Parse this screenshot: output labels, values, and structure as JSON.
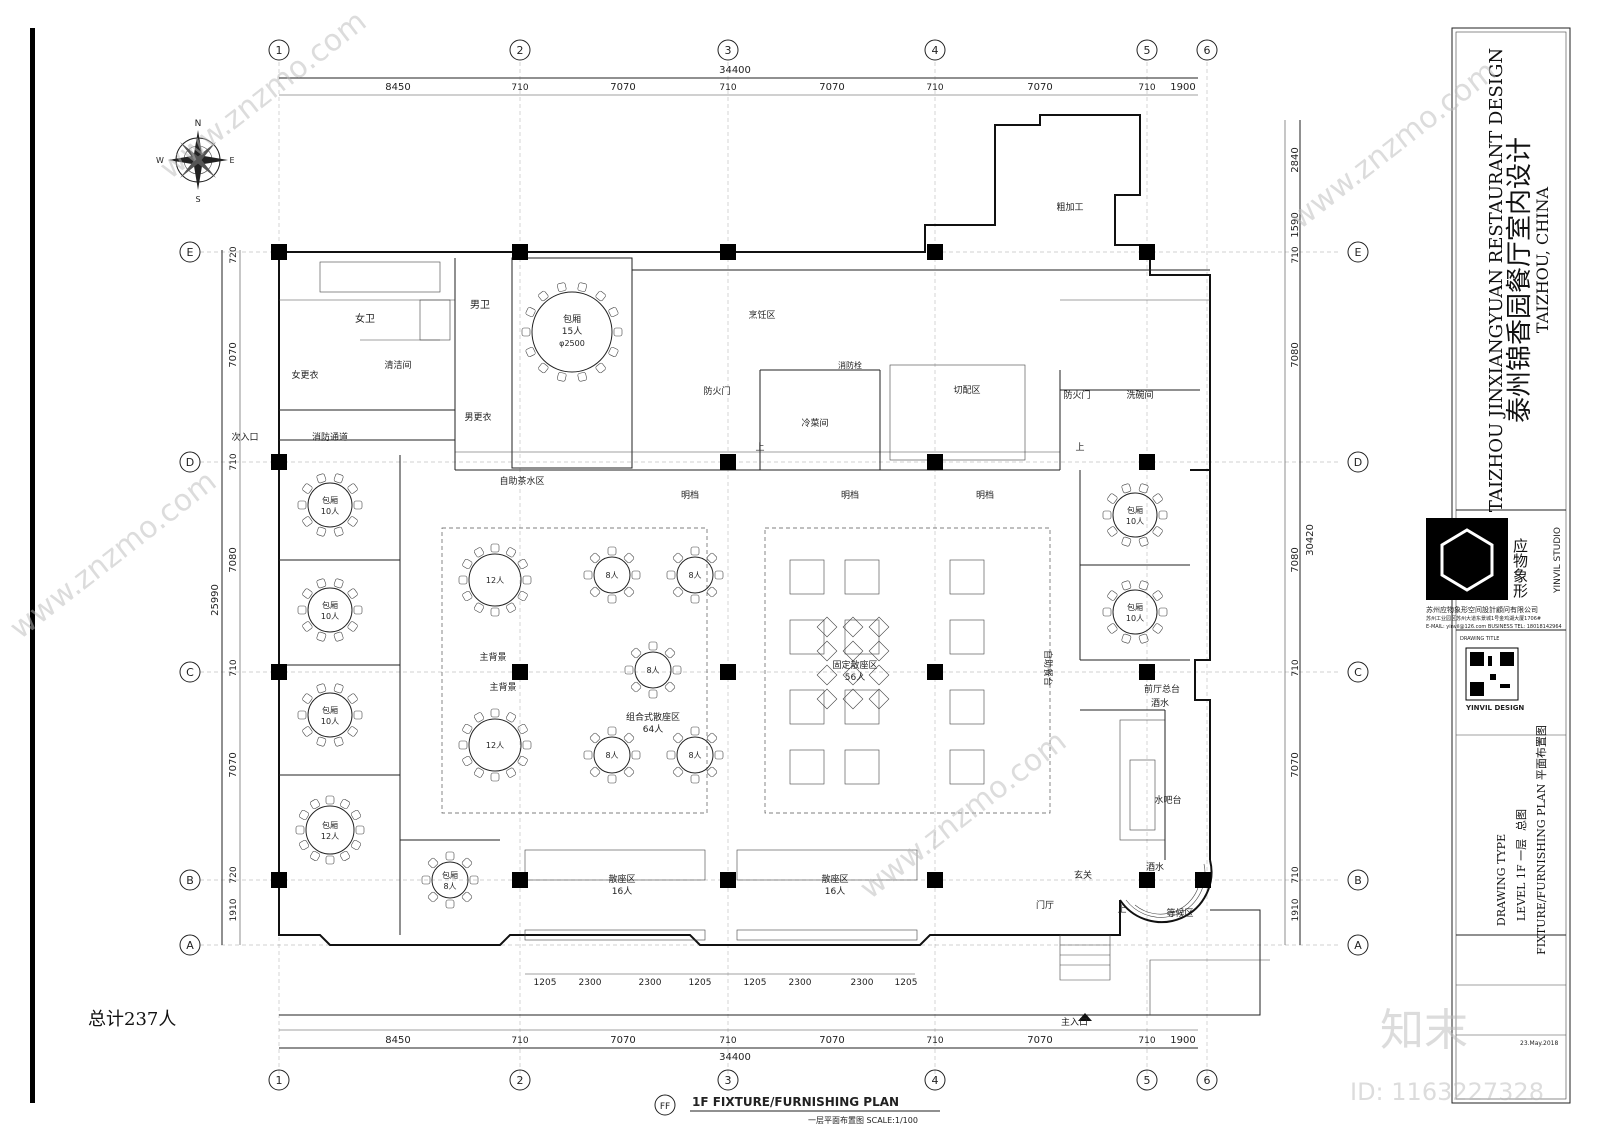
{
  "grid": {
    "cols": [
      "1",
      "2",
      "3",
      "4",
      "5",
      "6"
    ],
    "rows": [
      "E",
      "D",
      "C",
      "B",
      "A"
    ]
  },
  "dims": {
    "top_total": "34400",
    "top_segments": [
      "8450",
      "710",
      "7070",
      "710",
      "7070",
      "710",
      "7070",
      "710",
      "1900"
    ],
    "bottom_total": "34400",
    "bottom_segments": [
      "8450",
      "710",
      "7070",
      "710",
      "7070",
      "710",
      "7070",
      "710",
      "1900"
    ],
    "left_total": "25990",
    "left_segments": [
      "720",
      "7070",
      "710",
      "7080",
      "710",
      "7070",
      "720",
      "1910"
    ],
    "right_total": "30420",
    "right_segments": [
      "2840",
      "1590",
      "710",
      "7080",
      "7080",
      "710",
      "7070",
      "710",
      "1910"
    ],
    "seat_bottom": [
      "1205",
      "2300",
      "2300",
      "1205",
      "1205",
      "2300",
      "2300",
      "1205"
    ]
  },
  "rooms": {
    "womens_wc": "女卫",
    "mens_wc": "男卫",
    "cleaning": "清洁间",
    "womens_locker": "女更衣",
    "mens_locker": "男更衣",
    "fire_passage": "消防通道",
    "secondary_entrance": "次入口",
    "self_tea": "自助茶水区",
    "pr_15_line1": "包厢",
    "pr_15_line2": "15人",
    "pr_15_line3": "φ2500",
    "kitchen_cook": "烹饪区",
    "cold_room": "冷菜间",
    "fire_door_1": "防火门",
    "fire_door_2": "防火门",
    "fire_hydrant": "消防栓",
    "cutting": "切配区",
    "dishwash": "洗碗间",
    "rough_prep": "粗加工",
    "mingdang_1": "明档",
    "mingdang_2": "明档",
    "mingdang_3": "明档",
    "pr_10": "包厢",
    "pr_10_n": "10人",
    "pr_12": "包厢",
    "pr_12_n": "12人",
    "main_backdrop_1": "主背景",
    "main_backdrop_2": "主背景",
    "combined_area": "组合式散座区",
    "combined_n": "64人",
    "fixed_area": "固定散座区",
    "fixed_n": "56人",
    "self_service": "自助餐台",
    "front_desk": "前厅总台",
    "wine": "酒水",
    "wine2": "酒水",
    "water_bar": "水吧台",
    "foyer": "玄关",
    "door_hall": "门厅",
    "waiting": "等候区",
    "loose_seat": "散座区",
    "loose_n": "16人",
    "round8": "8人",
    "round12": "12人",
    "main_entrance": "主入口",
    "pr_8": "包厢",
    "pr_8_n": "8人",
    "up": "上"
  },
  "total": "总计237人",
  "plan_title": "1F  FIXTURE/FURNISHING PLAN",
  "plan_subtitle": "一层平面布置图  SCALE:1/100",
  "plan_tag": "FF",
  "titleblock": {
    "cn_name": "泰州锦香园餐厅室内设计",
    "en_name": "TAIZHOU JINXIANGYUAN RESTAURANT DESIGN",
    "city": "TAIZHOU, CHINA",
    "studio_cn": "应物象形",
    "studio_en": "YINVIL STUDIO",
    "company": "苏州应物象形空间設計顧问有限公司",
    "address": "苏州工业园区苏州大道东景城1号金鸡湖大厦1706#",
    "contact": "E-MAIL: yinvil@126.com  BUSINESS TEL: 18018142964",
    "qr_label": "YINVIL DESIGN",
    "drawing_title_label": "DRAWING TITLE",
    "drawing_type_label": "DRAWING TYPE",
    "drawing_type": "总图",
    "level": "LEVEL 1F 一层",
    "sheet_title": "FIXTURE/FURNISHING PLAN  平面布置图",
    "date": "23.May.2018"
  },
  "watermark": {
    "brand": "知末",
    "id": "ID: 1163227328",
    "site": "www.znzmo.com"
  },
  "colors": {
    "accent": "#3a3aa0",
    "line": "#222222",
    "column": "#000000"
  }
}
